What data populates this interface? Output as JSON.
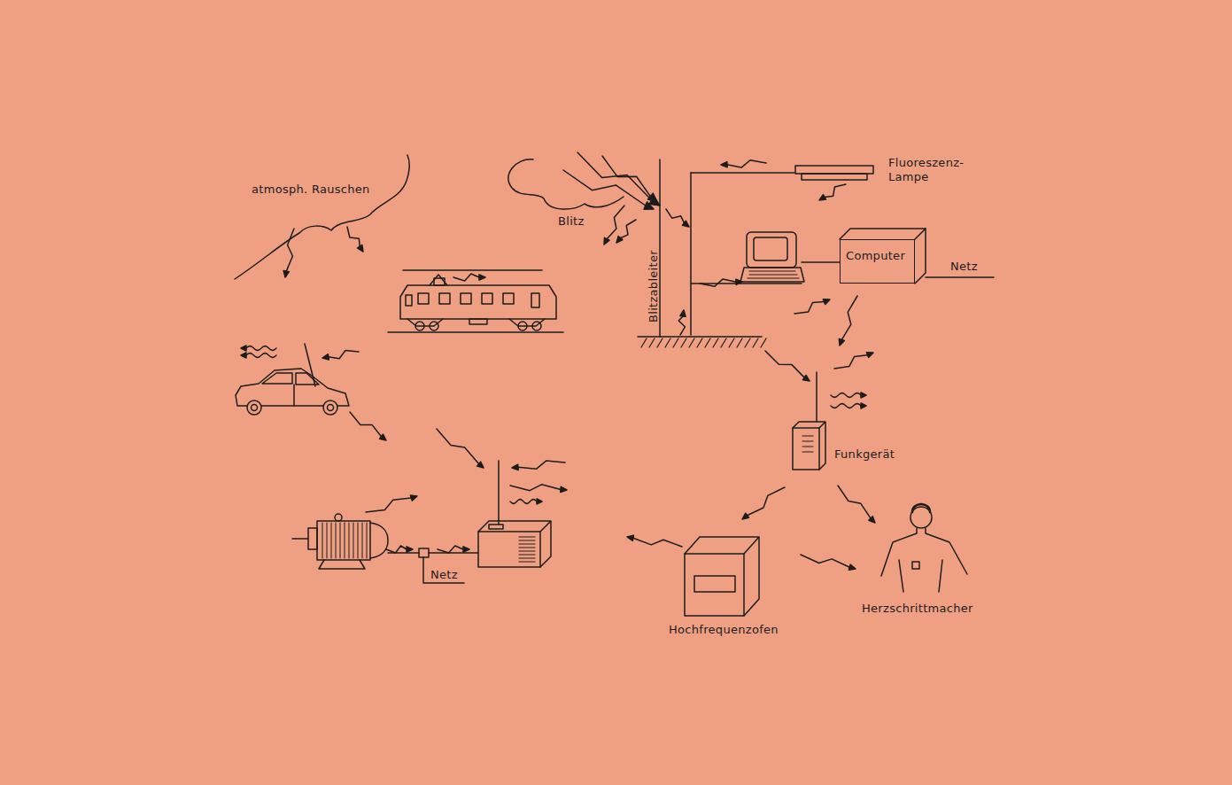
{
  "diagram": {
    "nodes": [
      {
        "text": [
          "Computer"
        ]
      }
    ],
    "labels": [
      "atmosph. Rauschen",
      "Blitz",
      "Fluoreszenz- Lampe",
      "Blitzableiter",
      "Netz",
      "Funkgerät",
      "Netz",
      "Hochfrequenzofen",
      "Herzschrittmacher"
    ]
  }
}
